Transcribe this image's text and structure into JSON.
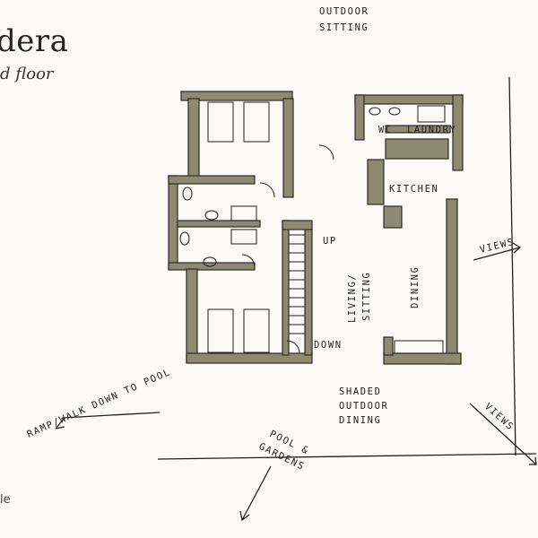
{
  "header": {
    "title": "dera",
    "subtitle": "d floor"
  },
  "footer": {
    "scale_label": "le"
  },
  "labels": {
    "outdoor_sitting_1": "OUTDOOR",
    "outdoor_sitting_2": "SITTING",
    "wc": "WC",
    "laundry": "LAUNDRY",
    "kitchen": "KITCHEN",
    "up": "UP",
    "down": "DOWN",
    "living": "LIVING/",
    "sitting": "SITTING",
    "dining": "DINING",
    "views_1": "VIEWS",
    "views_2": "VIEWS",
    "ramp": "RAMP/WALK DOWN TO POOL",
    "shaded_1": "SHADED",
    "shaded_2": "OUTDOOR",
    "shaded_3": "DINING",
    "pool_1": "POOL &",
    "pool_2": "GARDENS"
  },
  "colors": {
    "wall": "#8c8b72",
    "ink": "#1f1f1f",
    "paper": "#fbfaf6"
  }
}
